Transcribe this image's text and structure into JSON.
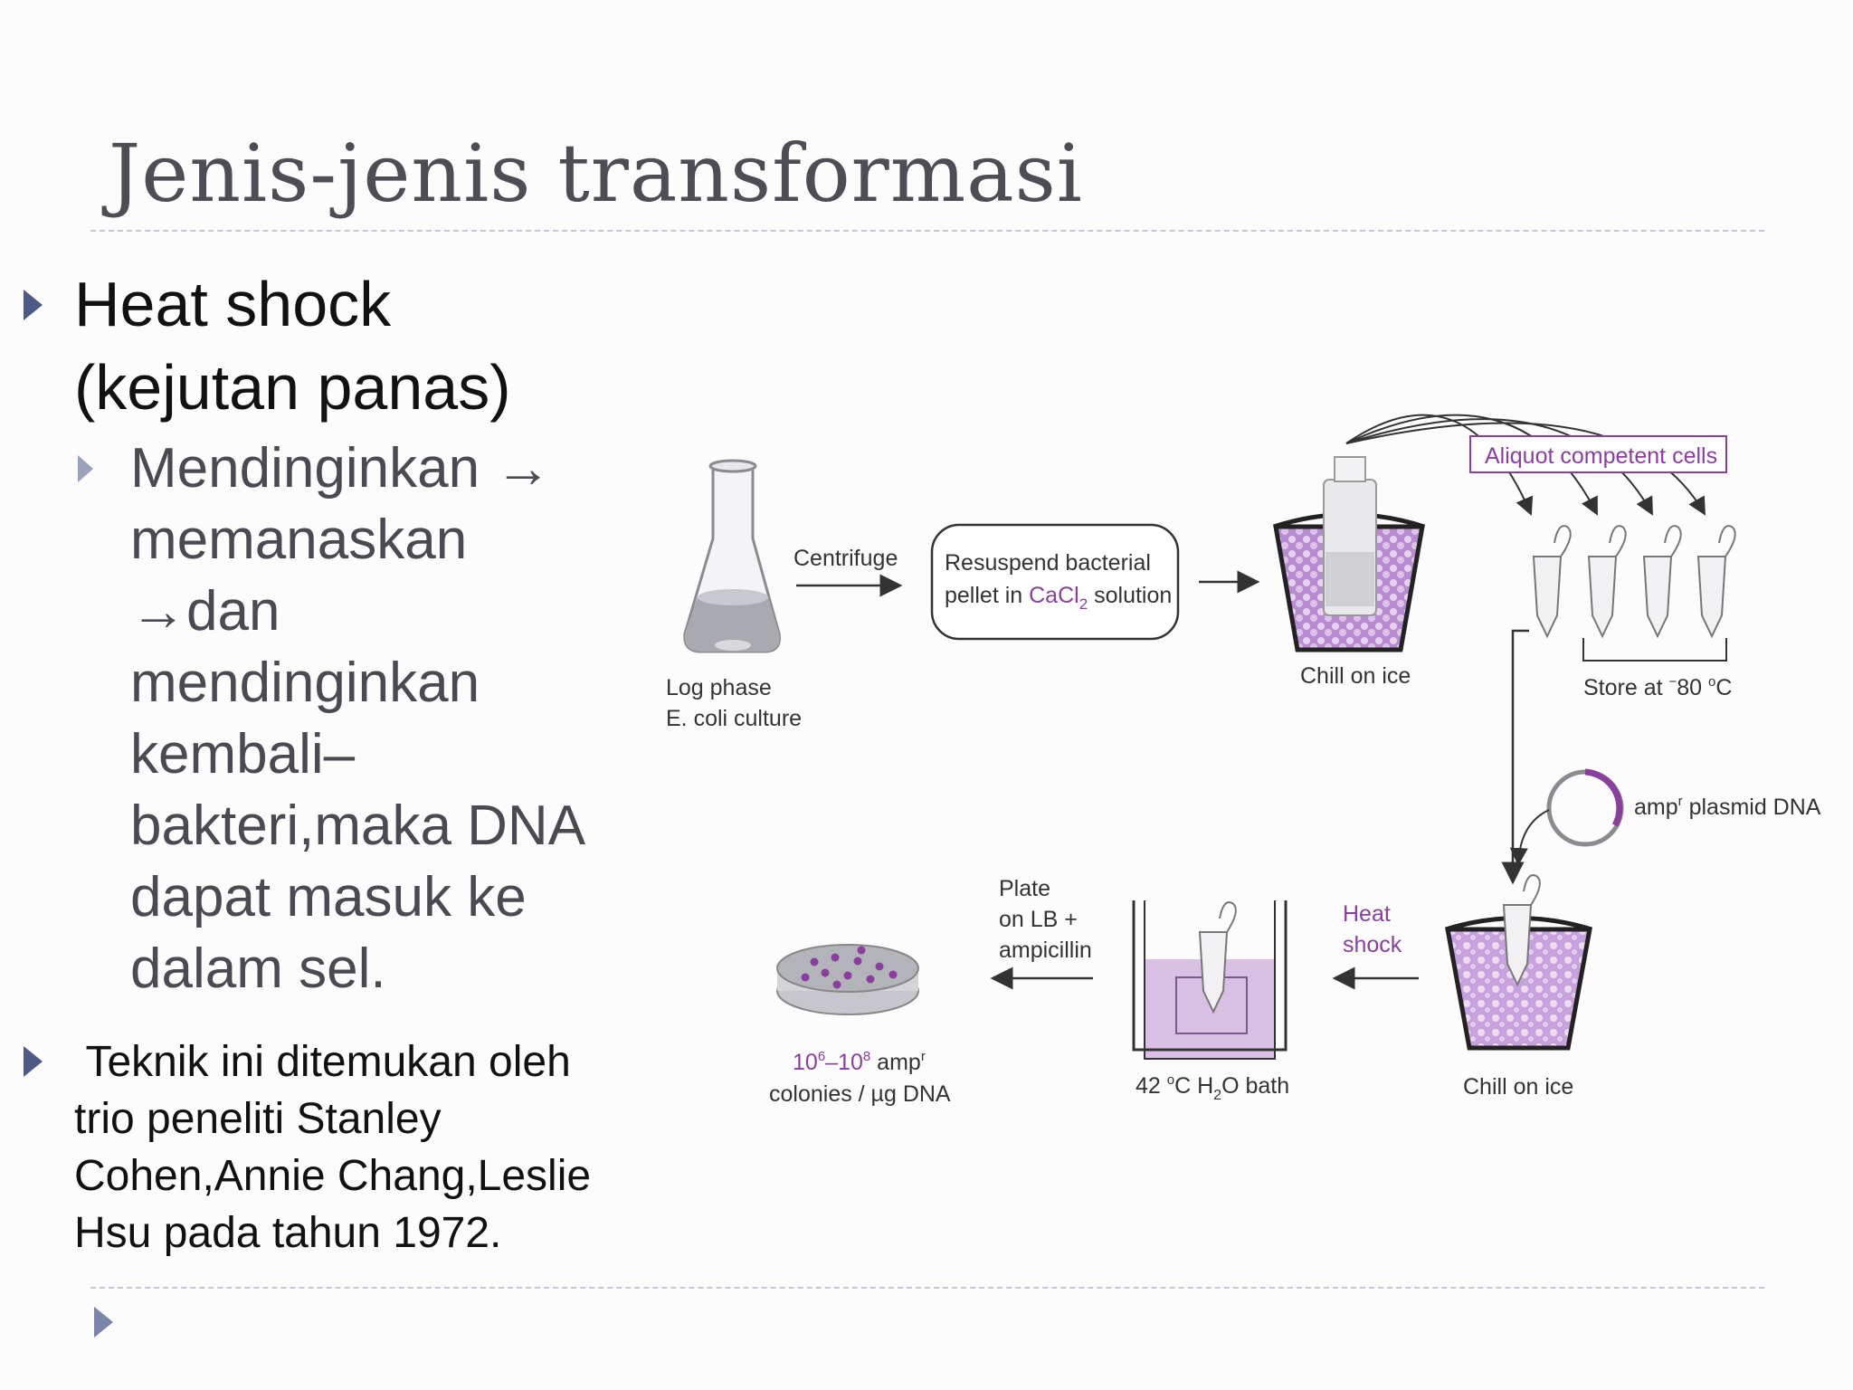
{
  "slide": {
    "title": "Jenis-jenis transformasi",
    "bullets": {
      "main_line1": "Heat shock",
      "main_line2": "(kejutan panas)",
      "sub_lines": [
        "Mendinginkan →",
        "memanaskan",
        "→dan",
        "mendinginkan",
        "kembali–",
        "bakteri,maka DNA",
        "dapat masuk ke",
        "dalam sel."
      ],
      "note_lines": [
        " Teknik ini ditemukan oleh",
        "trio peneliti Stanley",
        "Cohen,Annie Chang,Leslie",
        "Hsu pada tahun 1972."
      ]
    }
  },
  "diagram": {
    "log_phase_line1": "Log phase",
    "log_phase_line2": "E. coli culture",
    "centrifuge": "Centrifuge",
    "resuspend_line1": "Resuspend bacterial",
    "resuspend_line2_a": "pellet in ",
    "resuspend_cacl": "CaCl",
    "resuspend_sub2": "2",
    "resuspend_line2_b": " solution",
    "chill_on_ice_top": "Chill on ice",
    "aliquot": "Aliquot competent cells",
    "store_a": "Store at ",
    "store_sup": "−",
    "store_b": "80 ",
    "store_deg": "o",
    "store_c": "C",
    "plasmid_a": "amp",
    "plasmid_sup": "r",
    "plasmid_b": " plasmid DNA",
    "chill_on_ice_bottom": "Chill on ice",
    "heat_line1": "Heat",
    "heat_line2": "shock",
    "bath_a": "42 ",
    "bath_deg": "o",
    "bath_b": "C H",
    "bath_sub": "2",
    "bath_c": "O bath",
    "plate_line1": "Plate",
    "plate_line2": "on LB +",
    "plate_line3": "ampicillin",
    "colonies_a": "10",
    "colonies_sup1": "6",
    "colonies_b": "–10",
    "colonies_sup2": "8",
    "colonies_c": " amp",
    "colonies_sup3": "r",
    "colonies_line2": "colonies / µg DNA"
  },
  "colors": {
    "title": "#4d4d55",
    "purple": "#8a3f9e",
    "bullet": "#4d5a86"
  }
}
